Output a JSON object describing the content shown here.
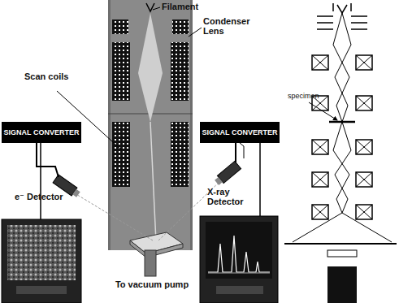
{
  "diagram": {
    "nodes": [
      {
        "text": [
          "SIGNAL CONVERTER"
        ]
      },
      {
        "text": [
          "SIGNAL CONVERTER"
        ]
      }
    ],
    "labels": [
      "Filament",
      "Condenser Lens",
      "Scan coils",
      "e⁻ Detector",
      "X-ray Detector",
      "To vacuum pump",
      "specimen"
    ]
  }
}
